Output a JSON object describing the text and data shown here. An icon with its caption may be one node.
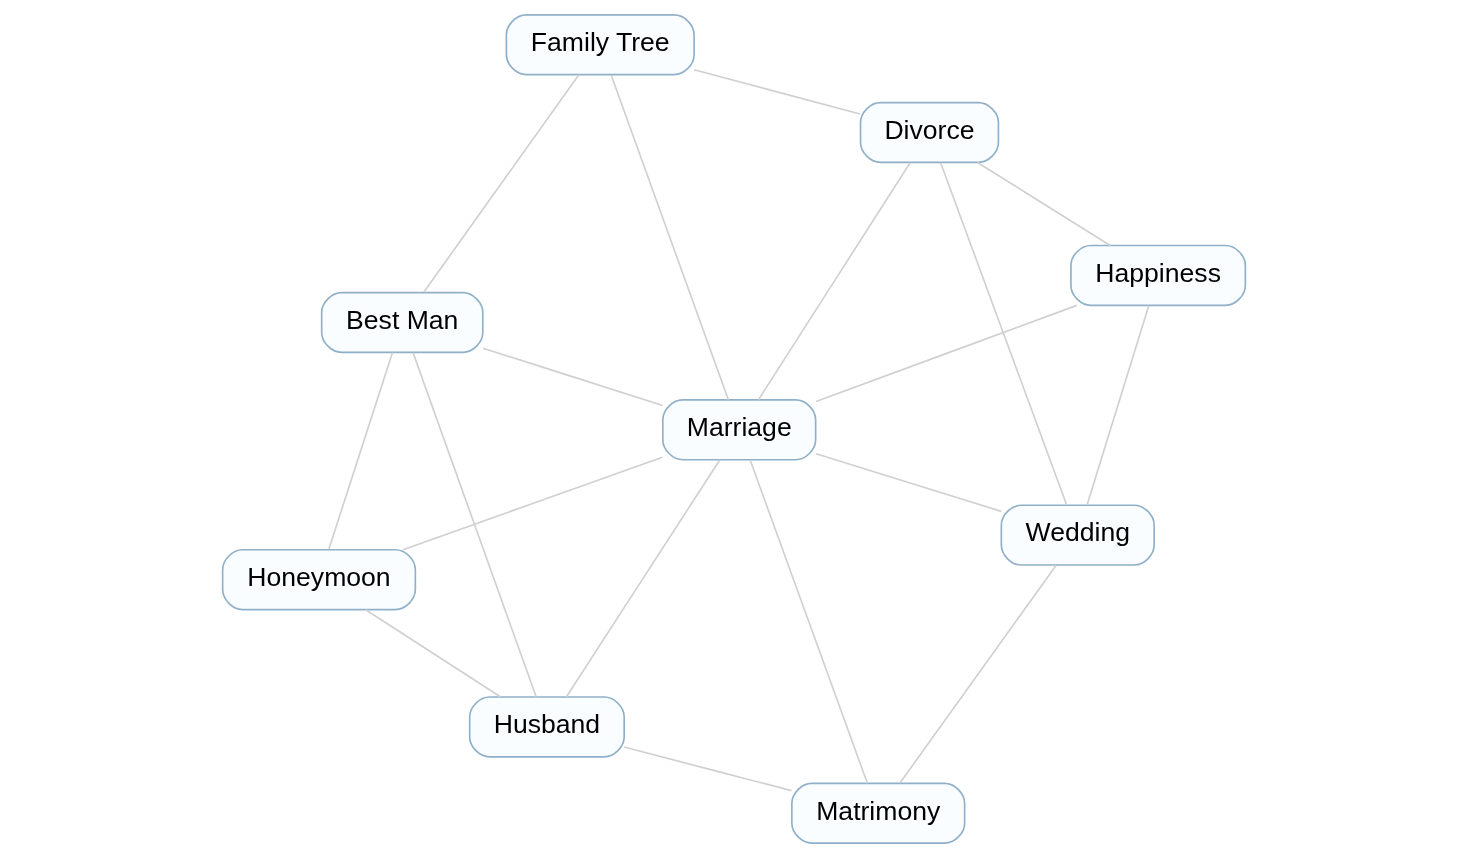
{
  "diagram": {
    "nodes": [
      {
        "text": [
          "Family Tree"
        ]
      },
      {
        "text": [
          "Divorce"
        ]
      },
      {
        "text": [
          "Best Man"
        ]
      },
      {
        "text": [
          "Honeymoon"
        ]
      },
      {
        "text": [
          "Marriage"
        ]
      },
      {
        "text": [
          "Happiness"
        ]
      },
      {
        "text": [
          "Husband"
        ]
      },
      {
        "text": [
          "Wedding"
        ]
      },
      {
        "text": [
          "Matrimony"
        ]
      }
    ],
    "edges": [
      {
        "from": 0,
        "to": 1,
        "arrow": "none"
      },
      {
        "from": 0,
        "to": 2,
        "arrow": "none"
      },
      {
        "from": 0,
        "to": 4,
        "arrow": "none"
      },
      {
        "from": 2,
        "to": 4,
        "arrow": "none"
      },
      {
        "from": 2,
        "to": 3,
        "arrow": "none"
      },
      {
        "from": 2,
        "to": 6,
        "arrow": "none"
      },
      {
        "from": 3,
        "to": 4,
        "arrow": "none"
      },
      {
        "from": 3,
        "to": 6,
        "arrow": "none"
      },
      {
        "from": 4,
        "to": 1,
        "arrow": "none"
      },
      {
        "from": 4,
        "to": 6,
        "arrow": "none"
      },
      {
        "from": 4,
        "to": 8,
        "arrow": "none"
      },
      {
        "from": 4,
        "to": 7,
        "arrow": "none"
      },
      {
        "from": 4,
        "to": 5,
        "arrow": "none"
      },
      {
        "from": 1,
        "to": 5,
        "arrow": "none"
      },
      {
        "from": 1,
        "to": 7,
        "arrow": "none"
      },
      {
        "from": 5,
        "to": 7,
        "arrow": "none"
      },
      {
        "from": 6,
        "to": 8,
        "arrow": "none"
      },
      {
        "from": 7,
        "to": 8,
        "arrow": "none"
      }
    ]
  }
}
